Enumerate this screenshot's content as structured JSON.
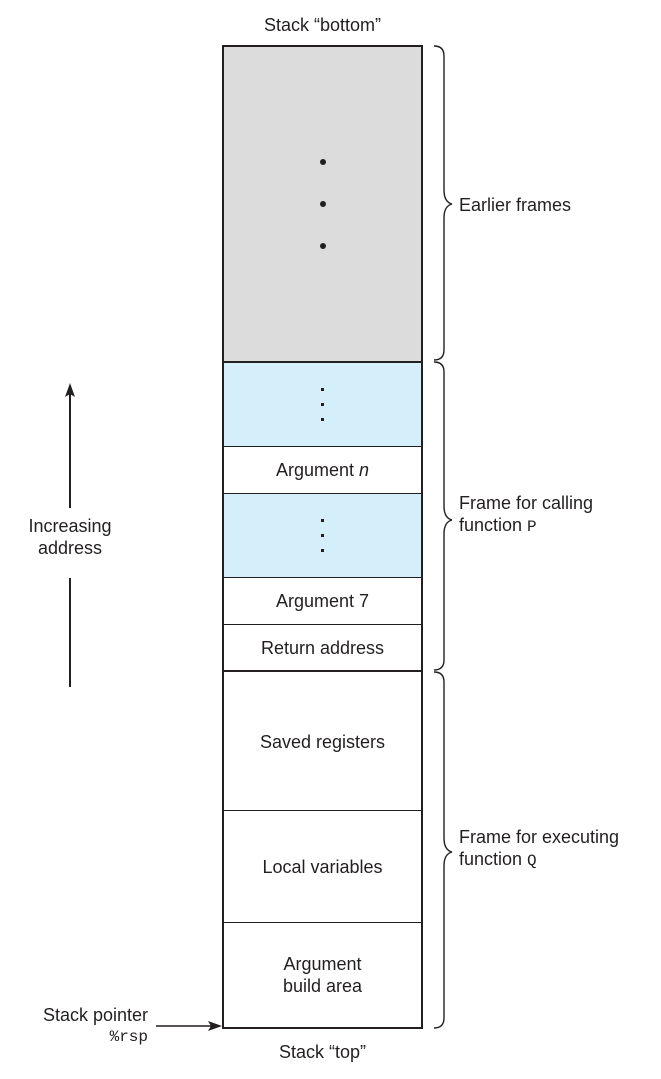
{
  "labels": {
    "stack_bottom": "Stack “bottom”",
    "stack_top": "Stack “top”",
    "increasing_address_line1": "Increasing",
    "increasing_address_line2": "address",
    "stack_pointer_line1": "Stack pointer",
    "stack_pointer_register": "%rsp"
  },
  "cells": [
    {
      "label": "",
      "kind": "ellipsis",
      "fill": "gray"
    },
    {
      "label": "",
      "kind": "ellipsis-small",
      "fill": "blue"
    },
    {
      "label": "Argument ",
      "italic": "n",
      "fill": "white"
    },
    {
      "label": "",
      "kind": "ellipsis-small",
      "fill": "blue"
    },
    {
      "label": "Argument 7",
      "fill": "white"
    },
    {
      "label": "Return address",
      "fill": "white"
    },
    {
      "label": "Saved registers",
      "fill": "white"
    },
    {
      "label": "Local variables",
      "fill": "white"
    },
    {
      "label_line1": "Argument",
      "label_line2": "build area",
      "fill": "white"
    }
  ],
  "braces": [
    {
      "text_line1": "Earlier frames"
    },
    {
      "text_line1": "Frame for calling",
      "text_line2_prefix": "function ",
      "text_line2_code": "P"
    },
    {
      "text_line1": "Frame for executing",
      "text_line2_prefix": "function ",
      "text_line2_code": "Q"
    }
  ],
  "colors": {
    "ink": "#231f20",
    "earlier_frames_fill": "#dcdcdd",
    "ellipsis_fill": "#d4eefa"
  }
}
